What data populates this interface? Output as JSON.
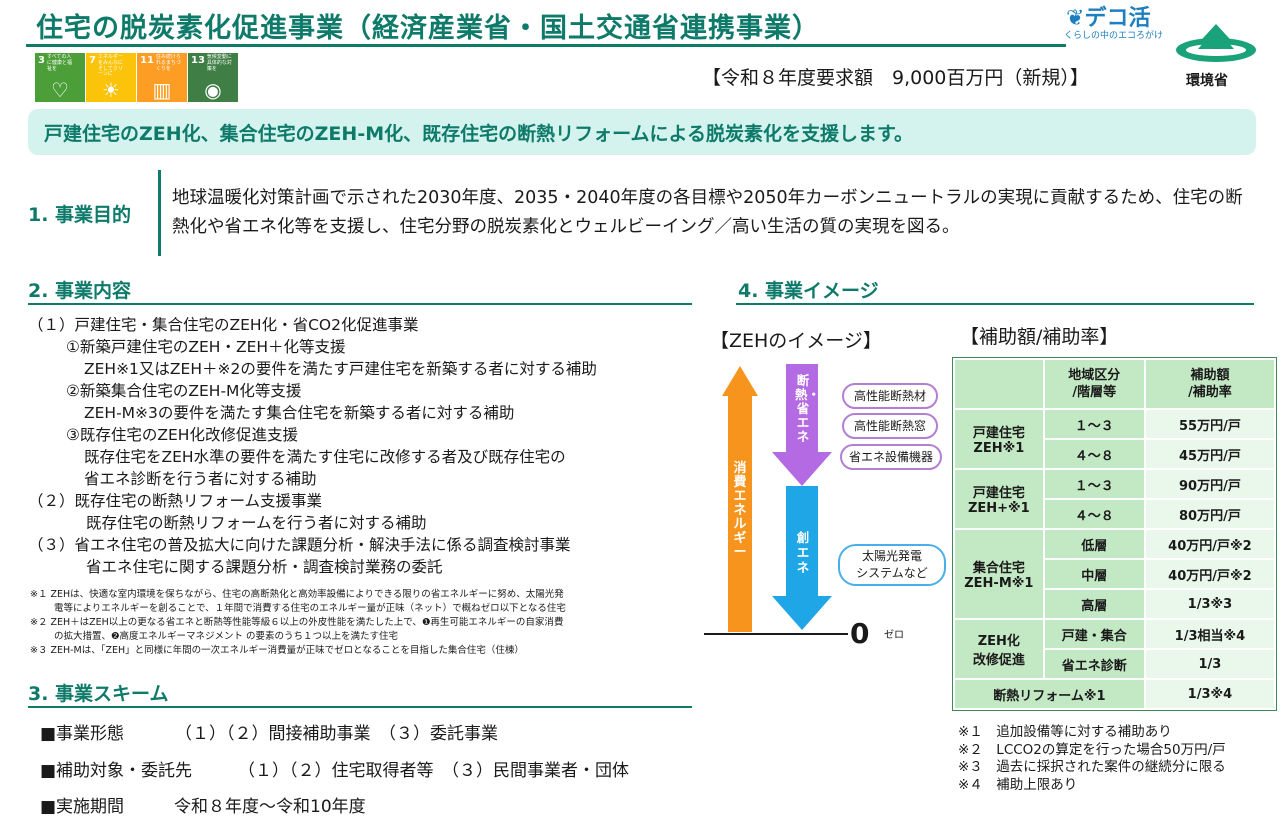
{
  "header": {
    "title": "住宅の脱炭素化促進事業（経済産業省・国土交通省連携事業）",
    "budget": "【令和８年度要求額　9,000百万円（新規）】",
    "decokatsu_logo": "デコ活",
    "decokatsu_tagline": "くらしの中のエコろがけ",
    "ministry_logo": "環境省"
  },
  "sdgs": [
    {
      "num": "3",
      "text": "すべての人に健康と福祉を",
      "color": "#4c9f38",
      "icon": "heartbeat-icon",
      "glyph": "♡"
    },
    {
      "num": "7",
      "text": "エネルギーをみんなにそしてクリーンに",
      "color": "#fcc30b",
      "icon": "sun-icon",
      "glyph": "☀"
    },
    {
      "num": "11",
      "text": "住み続けられるまちづくりを",
      "color": "#fd9d24",
      "icon": "city-icon",
      "glyph": "▥"
    },
    {
      "num": "13",
      "text": "気候変動に具体的な対策を",
      "color": "#3f7e44",
      "icon": "eye-icon",
      "glyph": "◉"
    }
  ],
  "banner": "戸建住宅のZEH化、集合住宅のZEH-M化、既存住宅の断熱リフォームによる脱炭素化を支援します。",
  "purpose": {
    "label": "1. 事業目的",
    "text": "地球温暖化対策計画で示された2030年度、2035・2040年度の各目標や2050年カーボンニュートラルの実現に貢献するため、住宅の断熱化や省エネ化等を支援し、住宅分野の脱炭素化とウェルビーイング／高い生活の質の実現を図る。"
  },
  "content": {
    "heading": "2. 事業内容",
    "lines": [
      "（１）戸建住宅・集合住宅のZEH化・省CO2化促進事業",
      "①新築戸建住宅のZEH・ZEH＋化等支援",
      "ZEH※1又はZEH＋※2の要件を満たす戸建住宅を新築する者に対する補助",
      "②新築集合住宅のZEH-M化等支援",
      "ZEH-M※3の要件を満たす集合住宅を新築する者に対する補助",
      "③既存住宅のZEH化改修促進支援",
      "既存住宅をZEH水準の要件を満たす住宅に改修する者及び既存住宅の",
      "省エネ診断を行う者に対する補助",
      "（２）既存住宅の断熱リフォーム支援事業",
      "既存住宅の断熱リフォームを行う者に対する補助",
      "（３）省エネ住宅の普及拡大に向けた課題分析・解決手法に係る調査検討事業",
      "省エネ住宅に関する課題分析・調査検討業務の委託"
    ],
    "notes": [
      "※１ ZEHは、快適な室内環境を保ちながら、住宅の高断熱化と高効率設備によりできる限りの省エネルギーに努め、太陽光発",
      "電等によりエネルギーを創ることで、１年間で消費する住宅のエネルギー量が正味（ネット）で概ねゼロ以下となる住宅",
      "※２ ZEH＋はZEH以上の更なる省エネと断熱等性能等級６以上の外皮性能を満たした上で、❶再生可能エネルギーの自家消費",
      "の拡大措置、❷高度エネルギーマネジメント の要素のうち１つ以上を満たす住宅",
      "※３ ZEH-Mは、「ZEH」と同様に年間の一次エネルギー消費量が正味でゼロとなることを目指した集合住宅（住棟）"
    ]
  },
  "scheme": {
    "heading": "3. 事業スキーム",
    "rows": [
      {
        "key": "■事業形態",
        "value": "（１）（２）間接補助事業　（３）委託事業"
      },
      {
        "key": "■補助対象・委託先",
        "value": "（１）（２）住宅取得者等　（３）民間事業者・団体"
      },
      {
        "key": "■実施期間",
        "value": "令和８年度～令和10年度"
      }
    ]
  },
  "image": {
    "heading": "4. 事業イメージ",
    "zeh_title": "【ZEHのイメージ】",
    "consumption_label": "消費エネルギー",
    "saving_label": "断熱・省エネ",
    "creation_label": "創エネ",
    "pills": [
      "高性能断熱材",
      "高性能断熱窓",
      "省エネ設備機器"
    ],
    "solar_pill_1": "太陽光発電",
    "solar_pill_2": "システムなど",
    "zero": "0",
    "zero_sub": "ゼロ",
    "colors": {
      "consumption": "#f7941d",
      "saving": "#b36ae2",
      "creation": "#1ea6e6"
    }
  },
  "subsidy": {
    "title": "【補助額/補助率】",
    "col_region_1": "地域区分",
    "col_region_2": "/階層等",
    "col_amount_1": "補助額",
    "col_amount_2": "/補助率",
    "rows": [
      {
        "cat1": "戸建住宅",
        "cat2": "ZEH※1",
        "sub": "１～３",
        "val": "55万円/戸"
      },
      {
        "sub": "４～８",
        "val": "45万円/戸"
      },
      {
        "cat1": "戸建住宅",
        "cat2": "ZEH+※1",
        "sub": "１～３",
        "val": "90万円/戸"
      },
      {
        "sub": "４～８",
        "val": "80万円/戸"
      },
      {
        "cat1": "集合住宅",
        "cat2": "ZEH-M※1",
        "sub": "低層",
        "val": "40万円/戸※2"
      },
      {
        "sub": "中層",
        "val": "40万円/戸※2"
      },
      {
        "sub": "高層",
        "val": "1/3※3"
      },
      {
        "cat1": "ZEH化",
        "cat2": "改修促進",
        "sub": "戸建・集合",
        "val": "1/3相当※4"
      },
      {
        "sub": "省エネ診断",
        "val": "1/3"
      },
      {
        "cat1": "断熱リフォーム※1",
        "val": "1/3※4"
      }
    ],
    "footnotes": [
      "※１　追加設備等に対する補助あり",
      "※２　LCCO2の算定を行った場合50万円/戸",
      "※３　過去に採択された案件の継続分に限る",
      "※４　補助上限あり"
    ]
  }
}
